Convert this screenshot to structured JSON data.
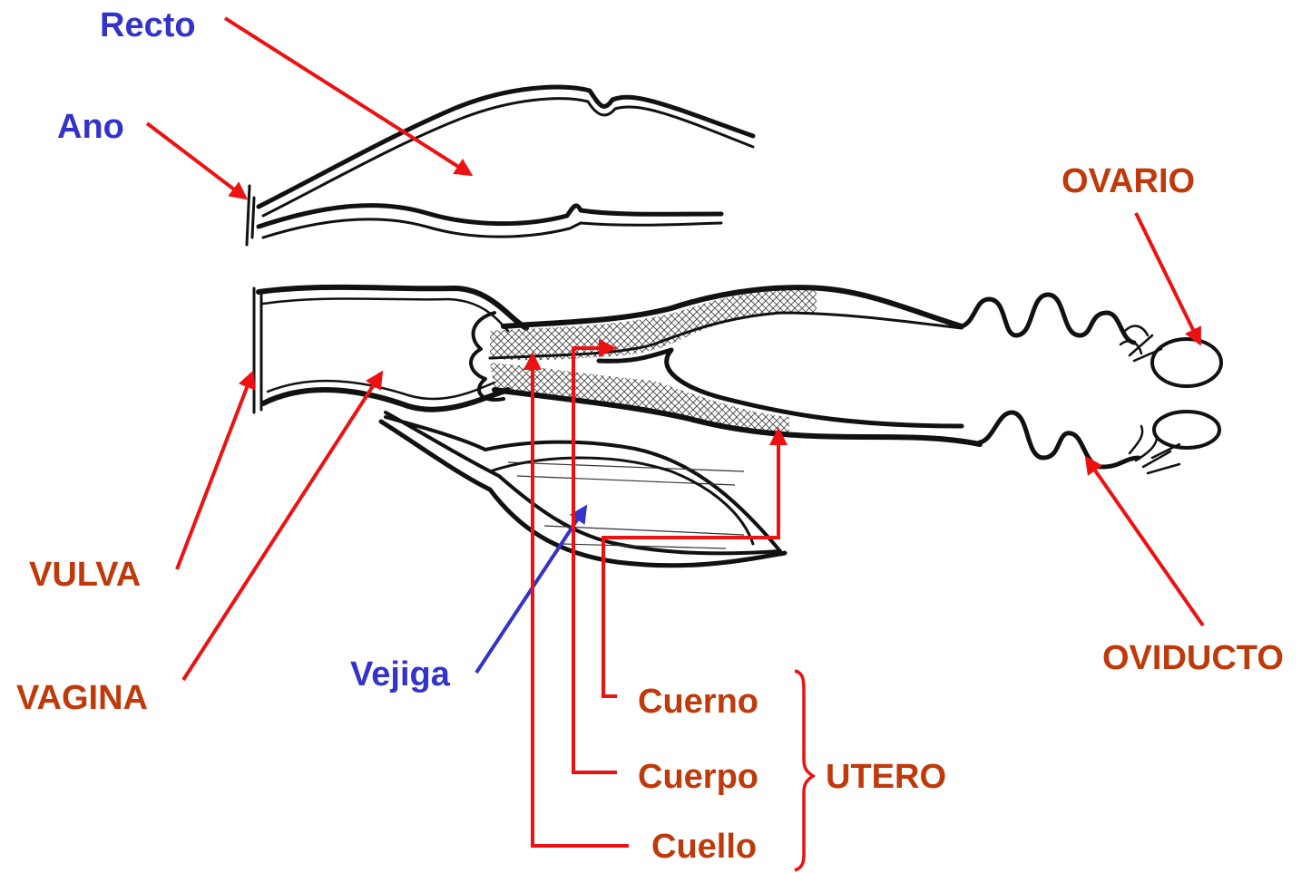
{
  "labels": {
    "recto": "Recto",
    "ano": "Ano",
    "ovario": "OVARIO",
    "vulva": "VULVA",
    "vagina": "VAGINA",
    "vejiga": "Vejiga",
    "oviducto": "OVIDUCTO",
    "cuerno": "Cuerno",
    "cuerpo": "Cuerpo",
    "cuello": "Cuello",
    "utero": "UTERO"
  },
  "colors": {
    "organ_label_blue": "#3333cc",
    "organ_label_brown": "#c0390b",
    "pointer_red": "#ee1111",
    "pointer_blue": "#3333cc",
    "drawing_ink": "#111111"
  }
}
